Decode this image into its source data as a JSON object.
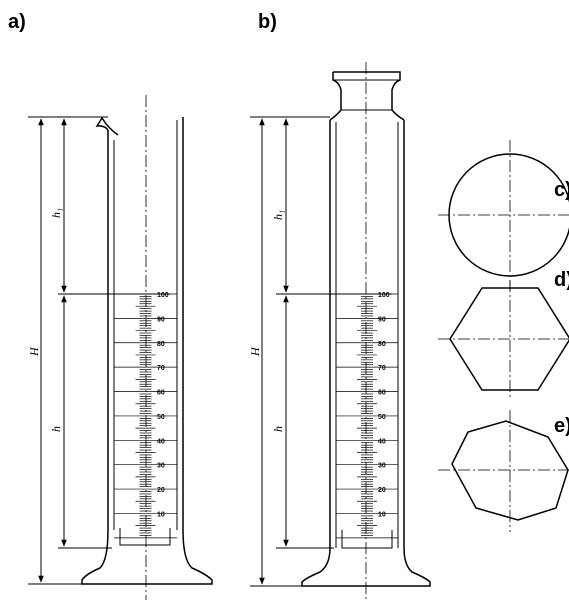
{
  "figure": {
    "panels": [
      {
        "id": "a",
        "label": "a)"
      },
      {
        "id": "b",
        "label": "b)"
      },
      {
        "id": "c",
        "label": "c)"
      },
      {
        "id": "d",
        "label": "d)"
      },
      {
        "id": "e",
        "label": "e)"
      }
    ],
    "dimensions": {
      "total_height": "H",
      "upper_height": "h₁",
      "graduated_height": "h"
    },
    "scale_marks": [
      "100",
      "90",
      "80",
      "70",
      "60",
      "50",
      "40",
      "30",
      "20",
      "10"
    ]
  }
}
